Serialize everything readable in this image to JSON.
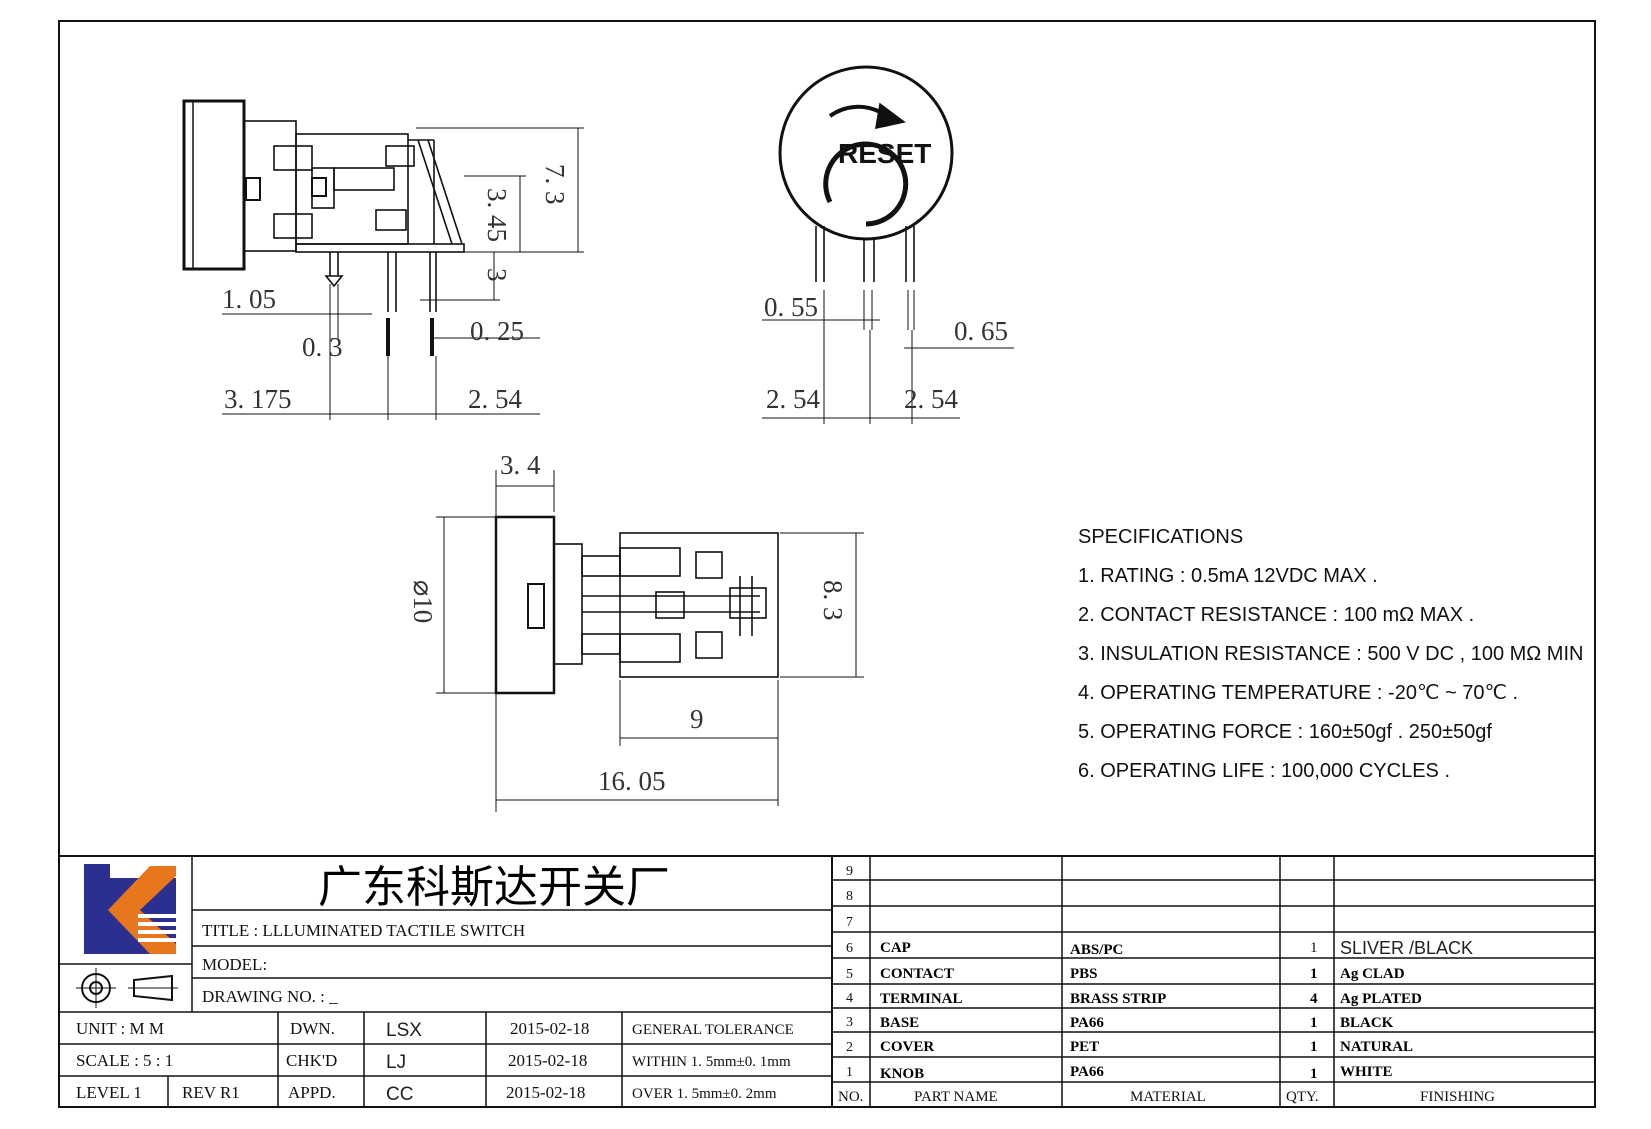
{
  "views": {
    "side": {
      "d1": "1. 05",
      "d2": "0. 3",
      "d3": "0. 25",
      "d4": "3. 175",
      "d5": "2. 54",
      "h1": "7. 3",
      "h2": "3. 45",
      "h3": "3"
    },
    "front": {
      "label": "RESET",
      "d1": "0. 55",
      "d2": "0. 65",
      "d3": "2. 54",
      "d4": "2. 54"
    },
    "bottom": {
      "d1": "3. 4",
      "d2": "⌀10",
      "d3": "8. 3",
      "d4": "9",
      "d5": "16. 05"
    }
  },
  "specifications": {
    "title": "SPECIFICATIONS",
    "items": [
      "1. RATING : 0.5mA 12VDC MAX .",
      "2. CONTACT RESISTANCE : 100 mΩ MAX .",
      "3. INSULATION RESISTANCE : 500 V DC , 100 MΩ MIN",
      "4. OPERATING TEMPERATURE : -20℃ ~ 70℃ .",
      "5. OPERATING FORCE : 160±50gf . 250±50gf",
      "6. OPERATING LIFE : 100,000 CYCLES ."
    ]
  },
  "title_block": {
    "company": "广东科斯达开关厂",
    "title": "TITLE :   LLLUMINATED TACTILE SWITCH",
    "model": "MODEL:",
    "drawing_no": "DRAWING NO.  : _",
    "unit": "UNIT    :    M M",
    "scale": "SCALE   :   5  :  1",
    "level": "LEVEL  1",
    "rev": "REV   R1",
    "dwn_label": "DWN.",
    "dwn_name": "LSX",
    "dwn_date": "2015-02-18",
    "chkd_label": "CHK'D",
    "chkd_name": "LJ",
    "chkd_date": "2015-02-18",
    "appd_label": "APPD.",
    "appd_name": "CC",
    "appd_date": "2015-02-18",
    "tol_title": "GENERAL  TOLERANCE",
    "tol_within": "WITHIN  1. 5mm±0. 1mm",
    "tol_over": "OVER    1. 5mm±0. 2mm"
  },
  "bom": {
    "headers": [
      "NO.",
      "PART   NAME",
      "MATERIAL",
      "QTY.",
      "FINISHING"
    ],
    "rows": [
      {
        "no": "9",
        "part": "",
        "material": "",
        "qty": "",
        "finish": ""
      },
      {
        "no": "8",
        "part": "",
        "material": "",
        "qty": "",
        "finish": ""
      },
      {
        "no": "7",
        "part": "",
        "material": "",
        "qty": "",
        "finish": ""
      },
      {
        "no": "6",
        "part": "CAP",
        "material": "ABS/PC",
        "qty": "1",
        "finish": "SLIVER /BLACK"
      },
      {
        "no": "5",
        "part": "CONTACT",
        "material": "PBS",
        "qty": "1",
        "finish": "Ag CLAD"
      },
      {
        "no": "4",
        "part": "TERMINAL",
        "material": "BRASS STRIP",
        "qty": "4",
        "finish": "Ag PLATED"
      },
      {
        "no": "3",
        "part": "BASE",
        "material": "PA66",
        "qty": "1",
        "finish": "BLACK"
      },
      {
        "no": "2",
        "part": "COVER",
        "material": "PET",
        "qty": "1",
        "finish": "NATURAL"
      },
      {
        "no": "1",
        "part": "KNOB",
        "material": "PA66",
        "qty": "1",
        "finish": "WHITE"
      }
    ]
  },
  "colors": {
    "logo_blue": "#2b2f8f",
    "logo_orange": "#e8761c",
    "line": "#111111"
  }
}
